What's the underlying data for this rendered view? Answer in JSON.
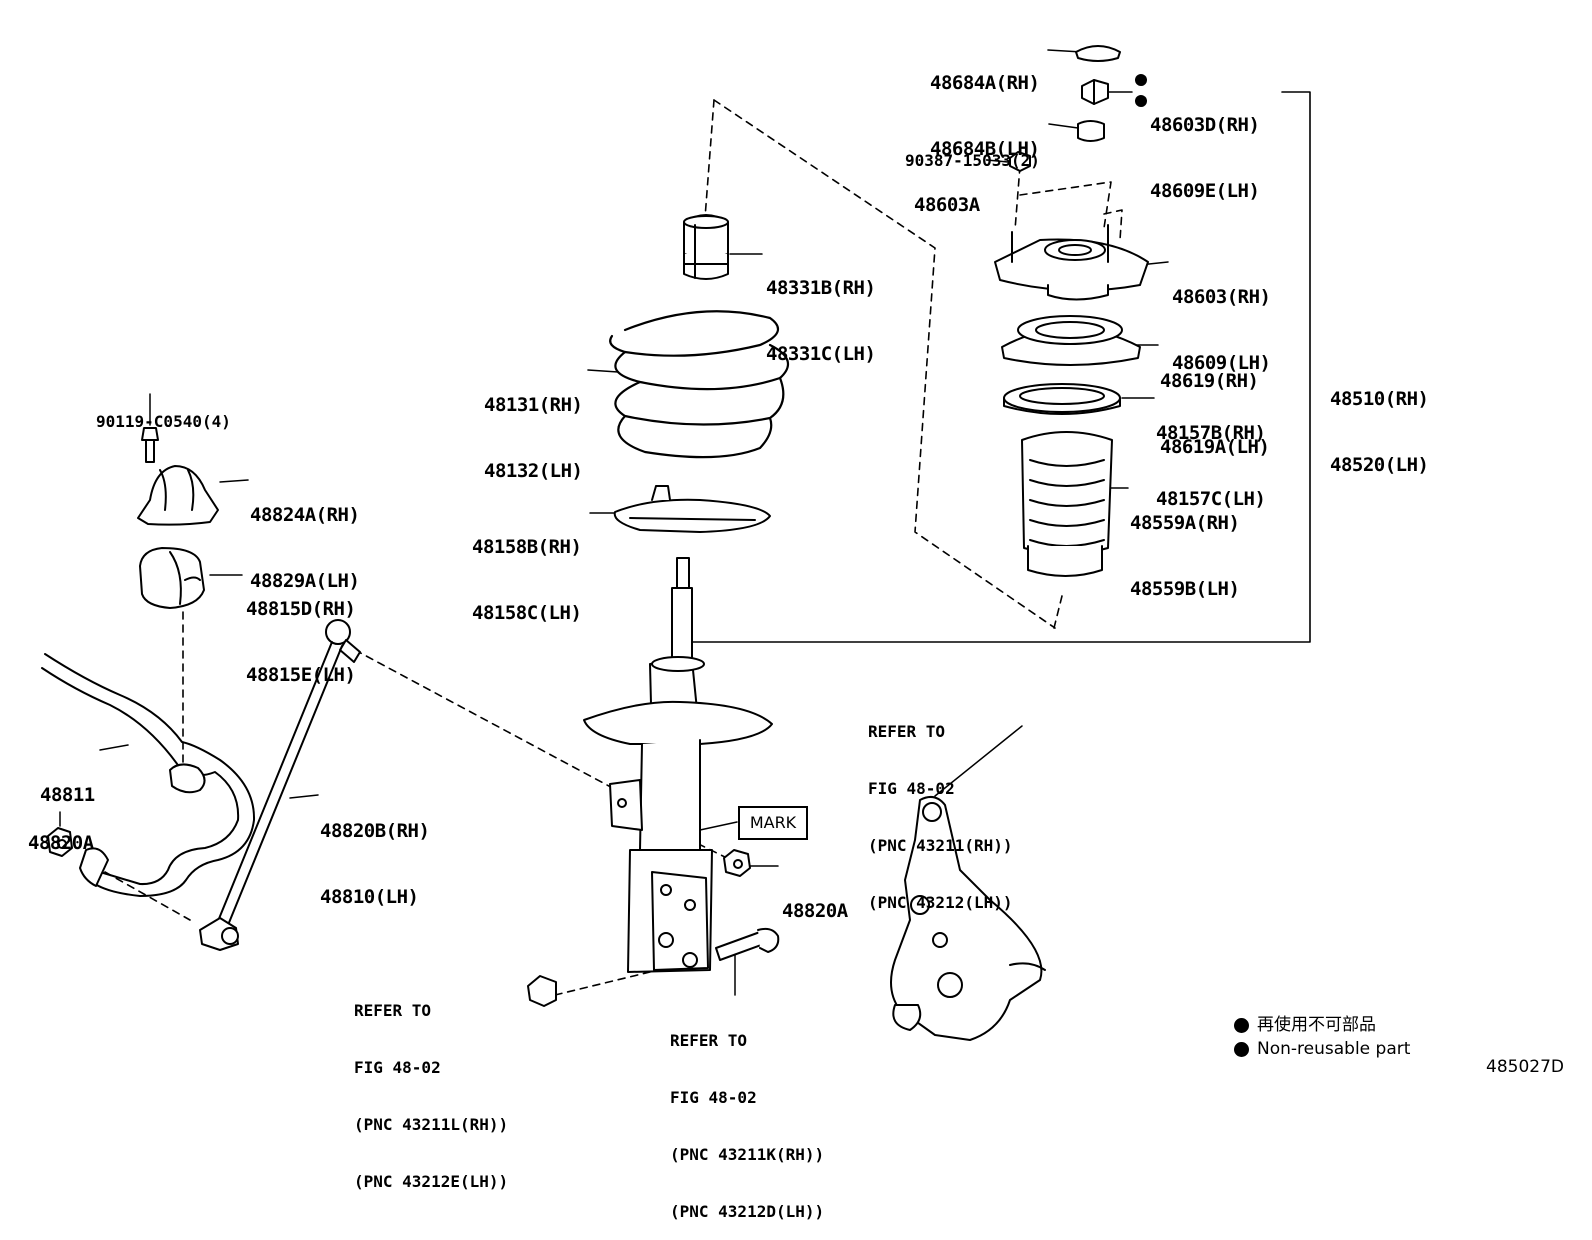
{
  "diagram": {
    "figure_id": "485027D",
    "mark_label": "MARK",
    "legend": {
      "japanese": "再使用不可部品",
      "english": "Non-reusable part"
    },
    "parts": {
      "p48684": [
        "48684A(RH)",
        "48684B(LH)"
      ],
      "p48603d": [
        "48603D(RH)",
        "48609E(LH)"
      ],
      "p90387": [
        "90387-15033(2)"
      ],
      "p48603a": [
        "48603A"
      ],
      "p48331": [
        "48331B(RH)",
        "48331C(LH)"
      ],
      "p48603": [
        "48603(RH)",
        "48609(LH)"
      ],
      "p48619": [
        "48619(RH)",
        "48619A(LH)"
      ],
      "p48510": [
        "48510(RH)",
        "48520(LH)"
      ],
      "p48131": [
        "48131(RH)",
        "48132(LH)"
      ],
      "p48157": [
        "48157B(RH)",
        "48157C(LH)"
      ],
      "p48559": [
        "48559A(RH)",
        "48559B(LH)"
      ],
      "p90119": [
        "90119-C0540(4)"
      ],
      "p48824": [
        "48824A(RH)",
        "48829A(LH)"
      ],
      "p48158": [
        "48158B(RH)",
        "48158C(LH)"
      ],
      "p48815": [
        "48815D(RH)",
        "48815E(LH)"
      ],
      "p48811": [
        "48811"
      ],
      "p48820b": [
        "48820B(RH)",
        "48810(LH)"
      ],
      "p48820a_left": [
        "48820A"
      ],
      "p48820a_right": [
        "48820A"
      ]
    },
    "references": {
      "knuckle": [
        "REFER TO",
        "FIG 48-02",
        "(PNC 43211(RH))",
        "(PNC 43212(LH))"
      ],
      "nut": [
        "REFER TO",
        "FIG 48-02",
        "(PNC 43211L(RH))",
        "(PNC 43212E(LH))"
      ],
      "bolt": [
        "REFER TO",
        "FIG 48-02",
        "(PNC 43211K(RH))",
        "(PNC 43212D(LH))"
      ]
    }
  }
}
